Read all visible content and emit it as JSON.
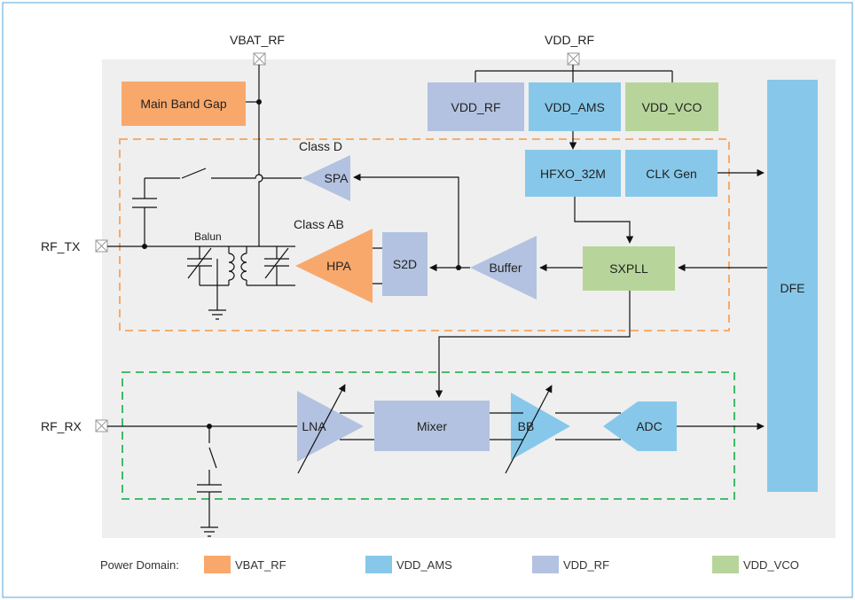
{
  "pins": {
    "vbat_rf": "VBAT_RF",
    "vdd_rf": "VDD_RF",
    "rf_tx": "RF_TX",
    "rf_rx": "RF_RX"
  },
  "blocks": {
    "main_band_gap": "Main Band Gap",
    "vdd_rf": "VDD_RF",
    "vdd_ams": "VDD_AMS",
    "vdd_vco": "VDD_VCO",
    "hfxo": "HFXO_32M",
    "clk_gen": "CLK Gen",
    "spa": "SPA",
    "hpa": "HPA",
    "s2d": "S2D",
    "buffer": "Buffer",
    "sxpll": "SXPLL",
    "dfe": "DFE",
    "lna": "LNA",
    "mixer": "Mixer",
    "bb": "BB",
    "adc": "ADC"
  },
  "annotations": {
    "class_d": "Class D",
    "class_ab": "Class AB",
    "balun": "Balun"
  },
  "legend": {
    "title": "Power Domain:",
    "items": [
      {
        "label": "VBAT_RF",
        "color": "#f9a86b"
      },
      {
        "label": "VDD_AMS",
        "color": "#87c8ea"
      },
      {
        "label": "VDD_RF",
        "color": "#b3c2e0"
      },
      {
        "label": "VDD_VCO",
        "color": "#b7d59a"
      }
    ]
  },
  "colors": {
    "frame": "#6fb3e0",
    "background": "#efefef",
    "tx_region": "#f7a35c",
    "rx_region": "#2eb35a",
    "vbat_rf": "#f9a86b",
    "vdd_ams": "#87c8ea",
    "vdd_rf": "#b3c2e0",
    "vdd_vco": "#b7d59a"
  }
}
